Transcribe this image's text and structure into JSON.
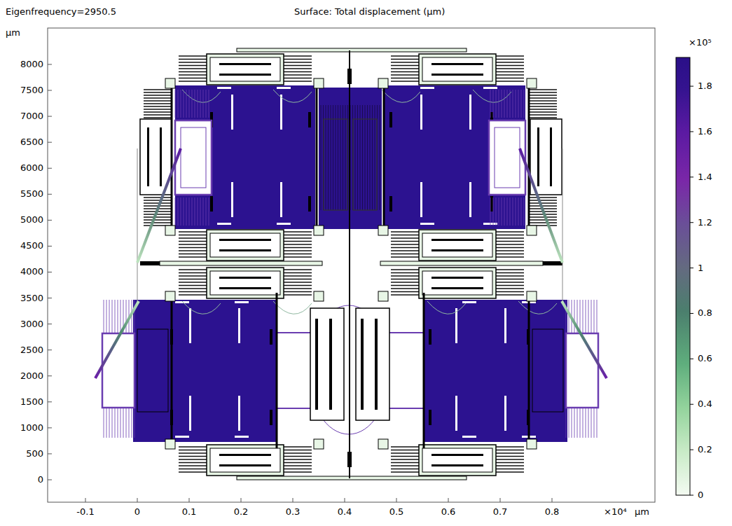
{
  "diagram": {
    "labels": [
      "Eigenfrequency=2950.5",
      "Surface: Total displacement (μm)",
      "μm",
      "8000",
      "7500",
      "7000",
      "6500",
      "6000",
      "5500",
      "5000",
      "4500",
      "4000",
      "3500",
      "3000",
      "2500",
      "2000",
      "1500",
      "1000",
      "500",
      "0",
      "-0.1",
      "0",
      "0.1",
      "0.2",
      "0.3",
      "0.4",
      "0.5",
      "0.6",
      "0.7",
      "0.8",
      "×10⁴",
      "μm",
      "×10⁵",
      "1.8",
      "1.6",
      "1.4",
      "1.2",
      "1",
      "0.8",
      "0.6",
      "0.4",
      "0.2",
      "0"
    ]
  }
}
